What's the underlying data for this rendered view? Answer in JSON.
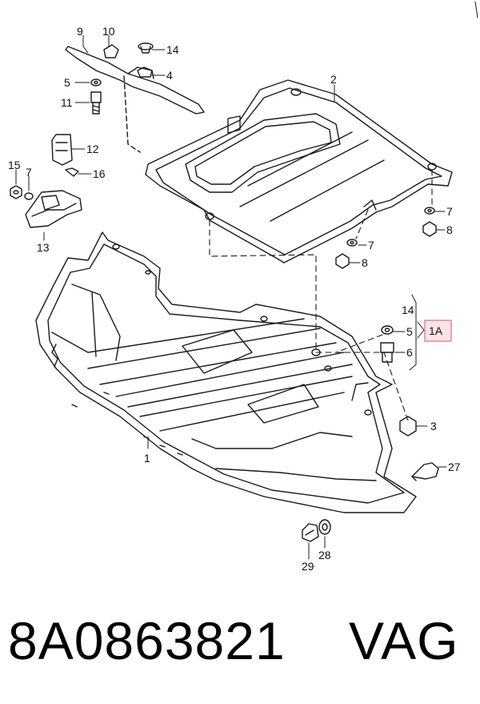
{
  "diagram": {
    "callouts": {
      "c9": "9",
      "c10": "10",
      "c14a": "14",
      "c4": "4",
      "c5a": "5",
      "c11": "11",
      "c2": "2",
      "c12": "12",
      "c15": "15",
      "c7a": "7",
      "c16": "16",
      "c13": "13",
      "c7b": "7",
      "c8a": "8",
      "c7c": "7",
      "c8b": "8",
      "c14b": "14",
      "c5b": "5",
      "c6": "6",
      "c1A": "1A",
      "c1": "1",
      "c3": "3",
      "c27": "27",
      "c28": "28",
      "c29": "29"
    },
    "highlight_color": "#e8808c"
  },
  "caption": {
    "part_number": "8A0863821",
    "brand": "VAG"
  }
}
